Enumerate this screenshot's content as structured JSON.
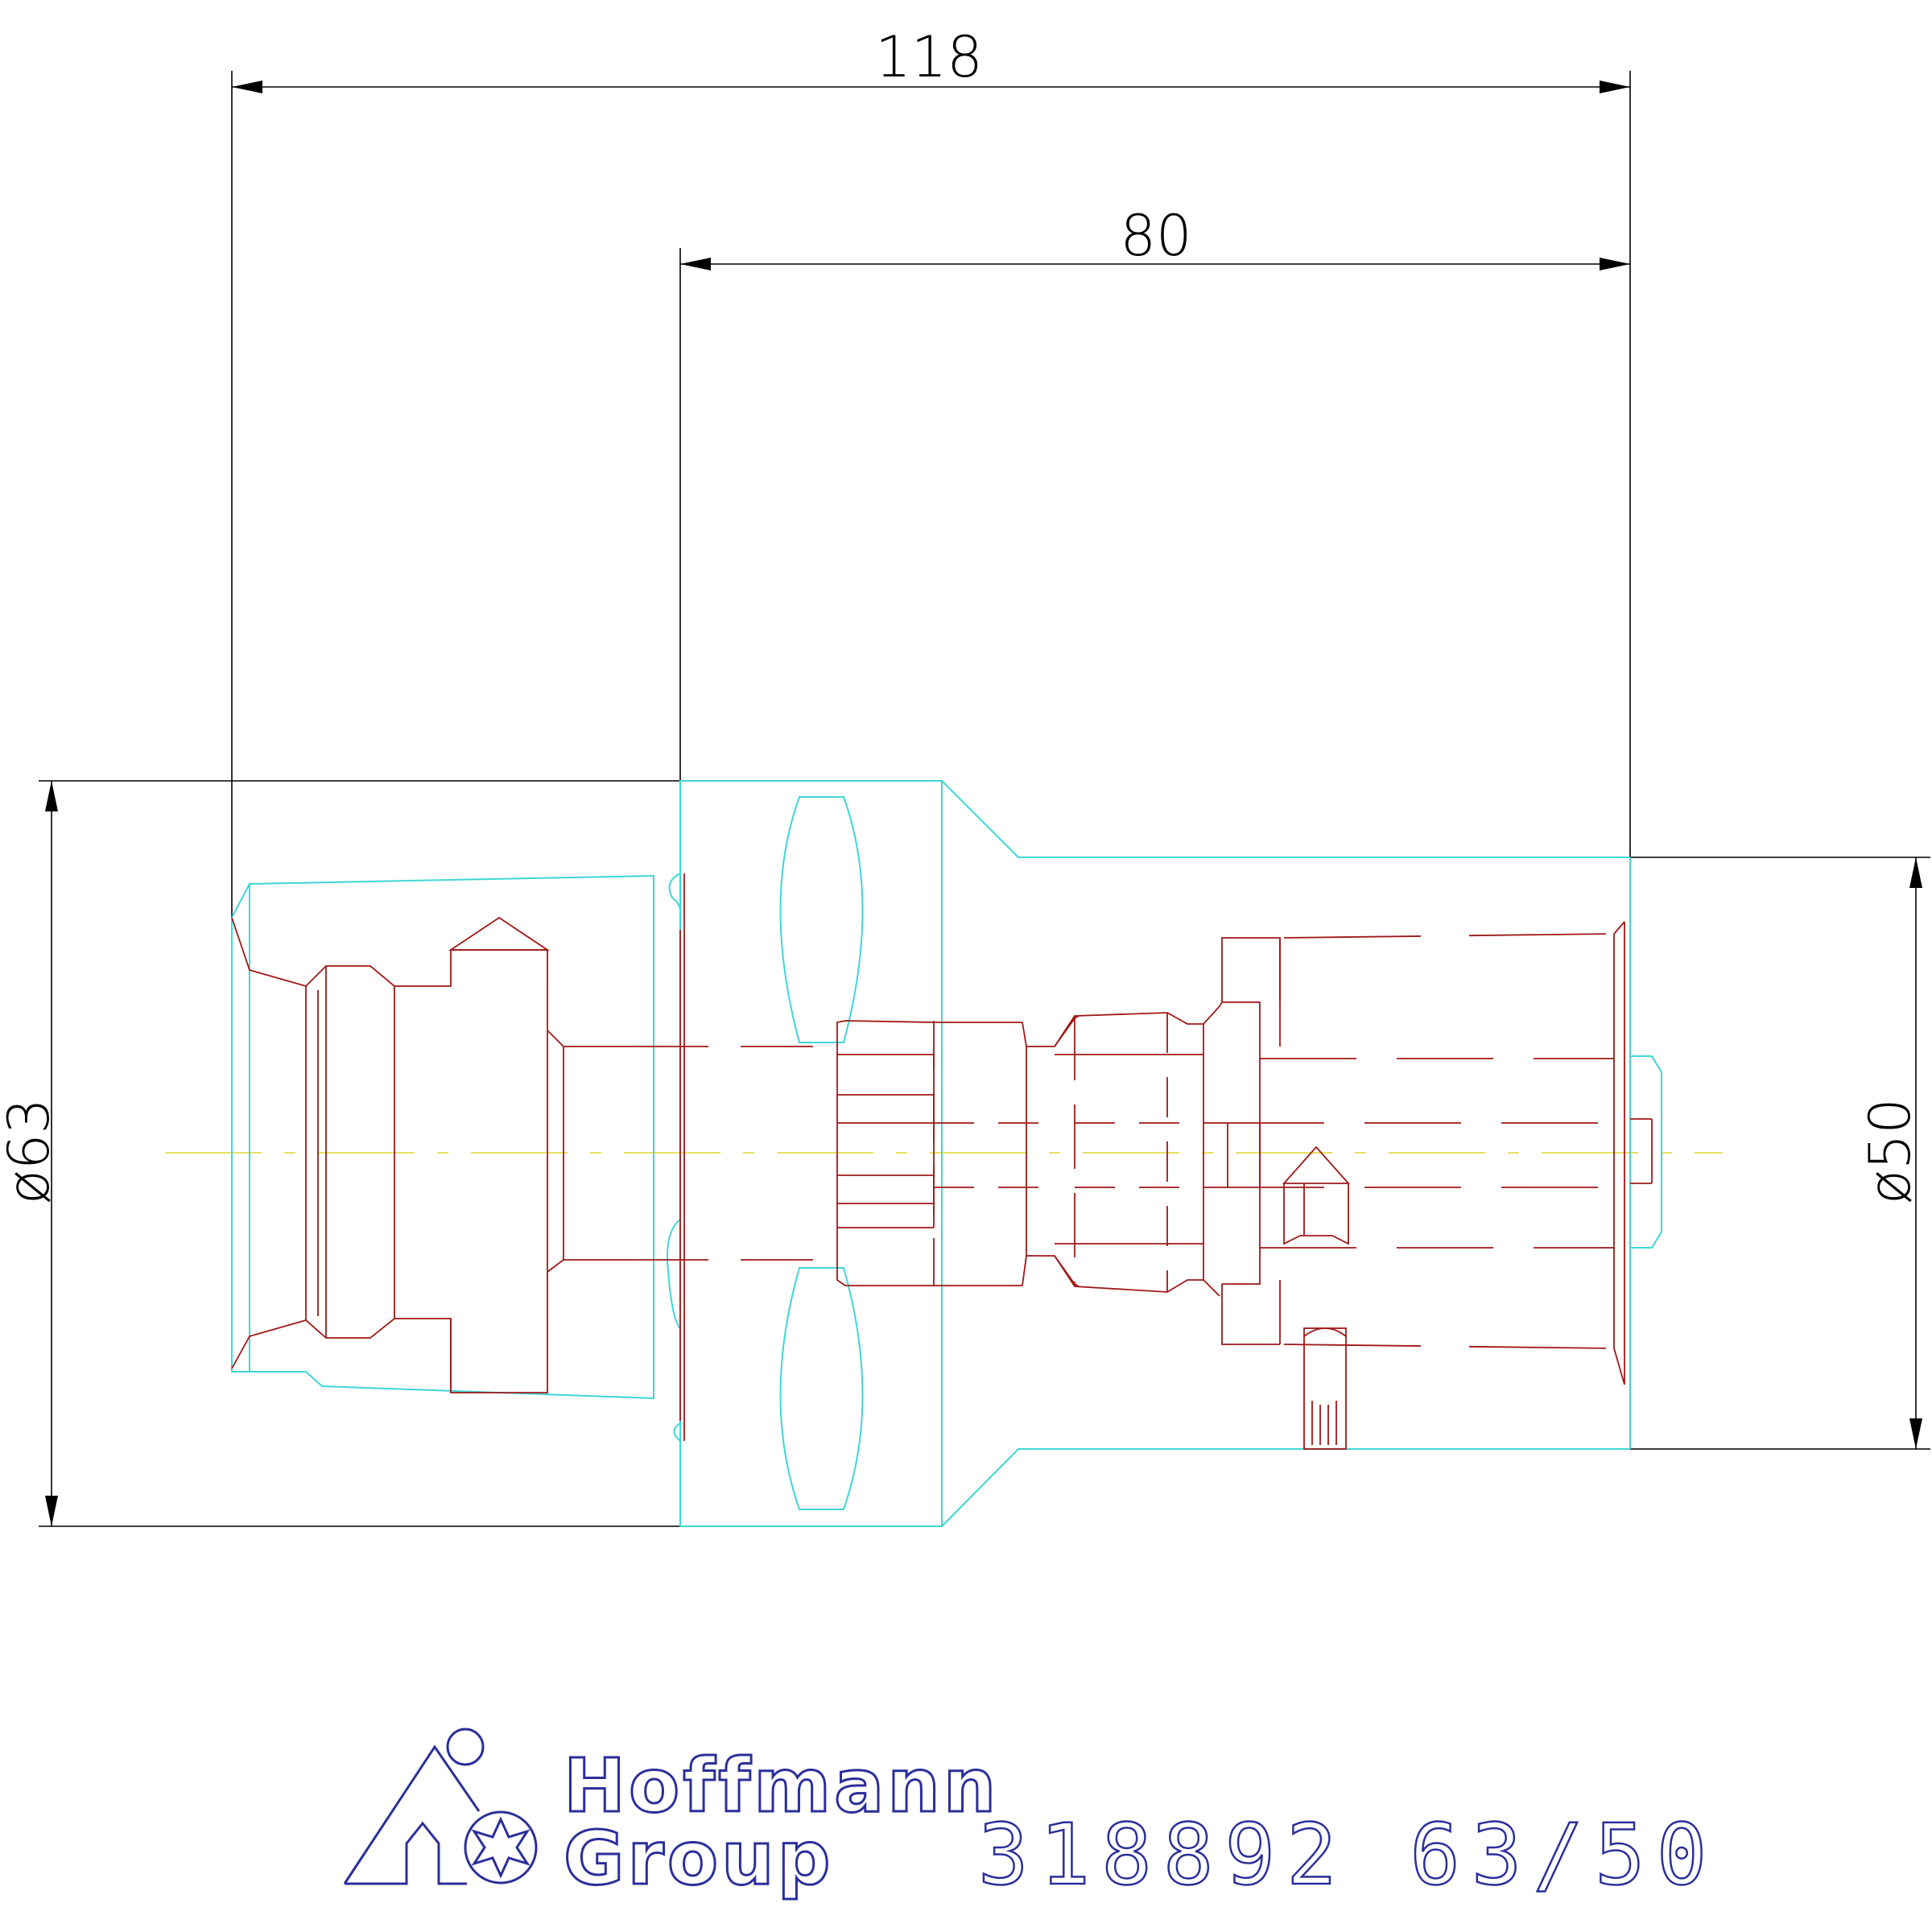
{
  "dimensions": {
    "overall_length": "118",
    "shank_length": "80",
    "flange_diameter": "ø63",
    "shank_diameter": "ø50"
  },
  "branding": {
    "name_line1": "Hoffmann",
    "name_line2": "Group",
    "part_code": "318892 63/50"
  },
  "colors": {
    "dimension": "#000000",
    "outline": "#3fd6d6",
    "hidden": "#a01818",
    "centerline": "#e8e060",
    "brand": "#2b2f9a"
  }
}
